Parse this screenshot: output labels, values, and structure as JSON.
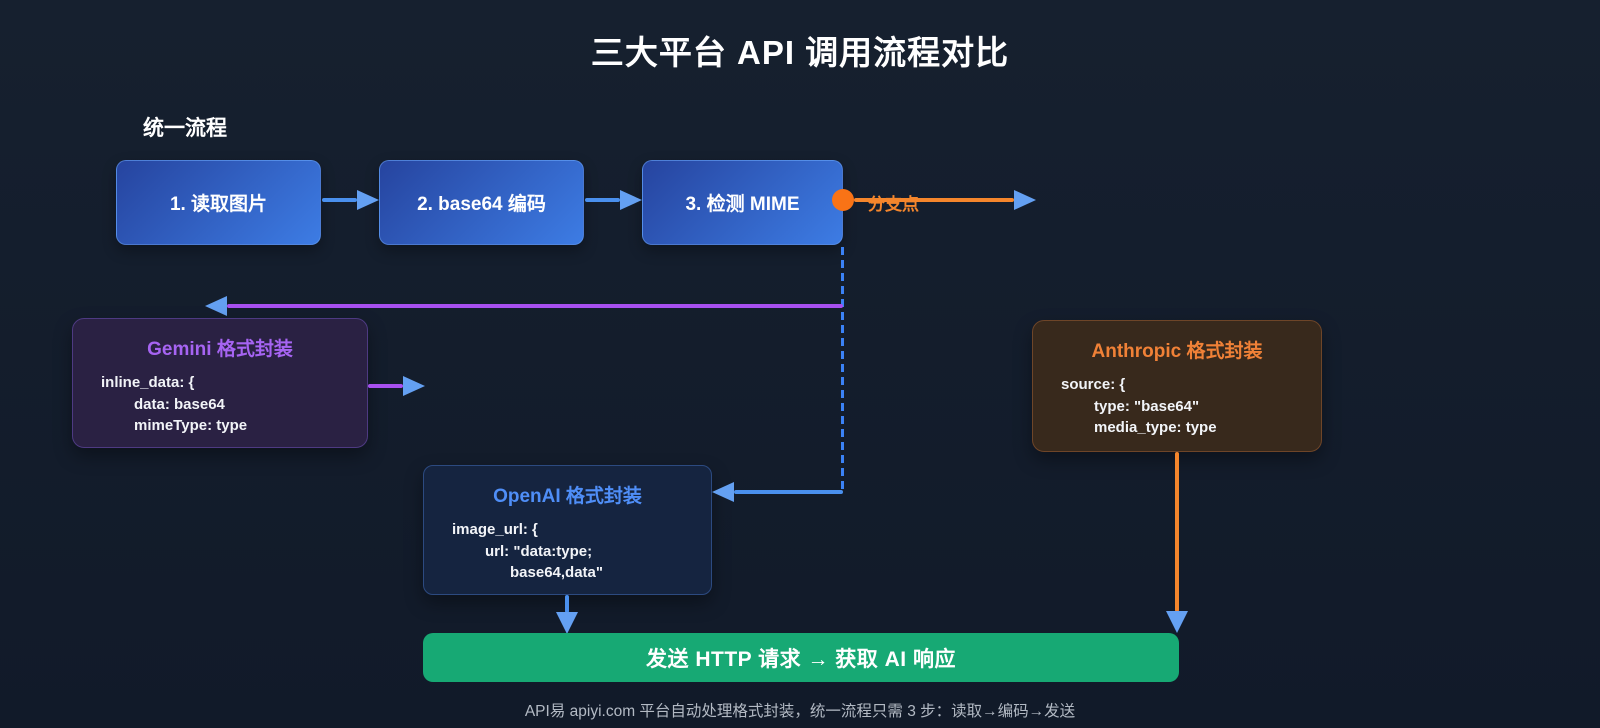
{
  "title": "三大平台 API 调用流程对比",
  "unified_flow_label": "统一流程",
  "flow_steps": [
    {
      "label": "1. 读取图片"
    },
    {
      "label": "2. base64 编码"
    },
    {
      "label": "3. 检测 MIME"
    }
  ],
  "branch": {
    "label": "分支点"
  },
  "platforms": {
    "gemini": {
      "title": "Gemini 格式封装",
      "code": [
        "inline_data: {",
        "data: base64",
        "mimeType: type"
      ]
    },
    "openai": {
      "title": "OpenAI 格式封装",
      "code": [
        "image_url: {",
        "url: \"data:type;",
        "base64,data\""
      ]
    },
    "anthropic": {
      "title": "Anthropic 格式封装",
      "code": [
        "source: {",
        "type: \"base64\"",
        "media_type: type"
      ]
    }
  },
  "result_banner": "发送 HTTP 请求 → 获取 AI 响应",
  "footer_note": "API易 apiyi.com 平台自动处理格式封装，统一流程只需 3 步：读取→编码→发送",
  "colors": {
    "background-top": "#16202f",
    "background-bottom": "#111a29",
    "step-gradient-a": "#26449f",
    "step-gradient-b": "#3d7ce4",
    "line-blue": "#4a90ee",
    "arrowhead": "#64a0f2",
    "line-purple": "#a850f0",
    "line-orange": "#f5862c",
    "branch-dot": "#f97316",
    "dash-blue": "#3b82f6",
    "gemini-bg": "#2a2143",
    "gemini-border": "#4e3a82",
    "gemini-accent": "#a664f2",
    "openai-bg": "#152440",
    "openai-border": "#2c4a80",
    "openai-accent": "#4f8ef7",
    "anthropic-bg": "#38291c",
    "anthropic-border": "#6e4528",
    "anthropic-accent": "#f08137",
    "result-green": "#17a974",
    "footer-text": "#b3bac4"
  }
}
